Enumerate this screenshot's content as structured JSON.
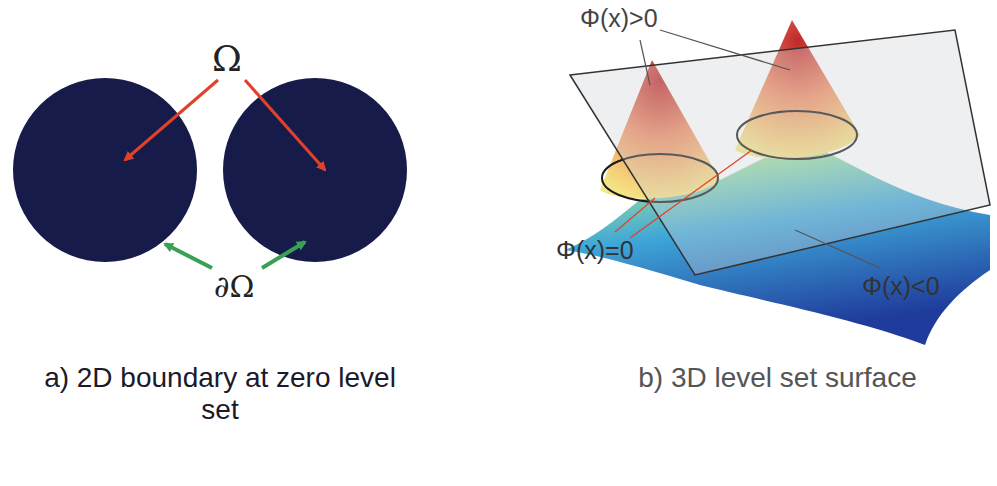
{
  "diagram": {
    "labels": [
      "Ω",
      "∂Ω",
      "Φ(x)>0",
      "Φ(x)=0",
      "Φ(x)<0",
      "a) 2D boundary at zero level set",
      "b) 3D level set surface"
    ]
  }
}
